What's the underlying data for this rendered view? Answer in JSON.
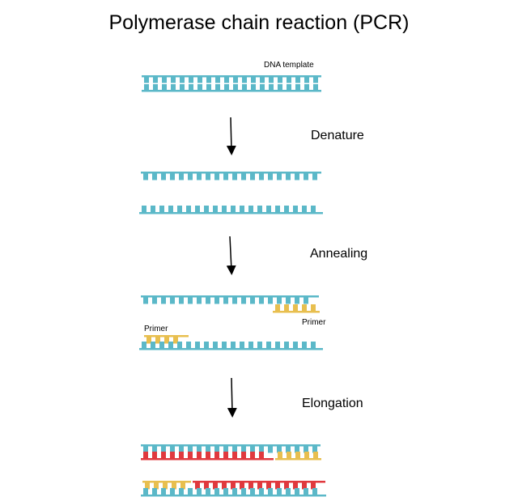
{
  "title": "Polymerase chain reaction (PCR)",
  "labels": {
    "dna_template": "DNA template",
    "primer_right": "Primer",
    "primer_left": "Primer"
  },
  "steps": {
    "denature": "Denature",
    "annealing": "Annealing",
    "elongation": "Elongation"
  },
  "colors": {
    "template_strand": "#5bb8c8",
    "primer": "#e8bf4f",
    "new_strand": "#e0393e",
    "arrow": "#000000",
    "background": "#ffffff"
  }
}
